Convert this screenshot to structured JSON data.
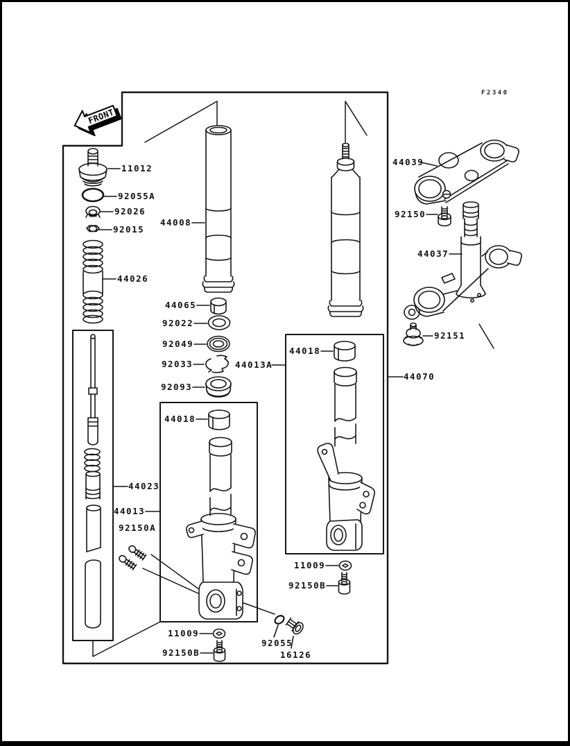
{
  "page": {
    "ref_code": "F2340",
    "front_arrow_label": "FRONT"
  },
  "part_labels": [
    {
      "part": "11012"
    },
    {
      "part": "92055A"
    },
    {
      "part": "92026"
    },
    {
      "part": "92015"
    },
    {
      "part": "44026"
    },
    {
      "part": "44008"
    },
    {
      "part": "44065"
    },
    {
      "part": "92022"
    },
    {
      "part": "92049"
    },
    {
      "part": "92033"
    },
    {
      "part": "44013A"
    },
    {
      "part": "92093"
    },
    {
      "part": "44018"
    },
    {
      "part": "44023"
    },
    {
      "part": "44013"
    },
    {
      "part": "92150A"
    },
    {
      "part": "11009"
    },
    {
      "part": "92150B"
    },
    {
      "part": "92055"
    },
    {
      "part": "16126"
    },
    {
      "part": "44018"
    },
    {
      "part": "11009"
    },
    {
      "part": "92150B"
    },
    {
      "part": "44070"
    },
    {
      "part": "44039"
    },
    {
      "part": "92150"
    },
    {
      "part": "44037"
    },
    {
      "part": "92151"
    }
  ]
}
